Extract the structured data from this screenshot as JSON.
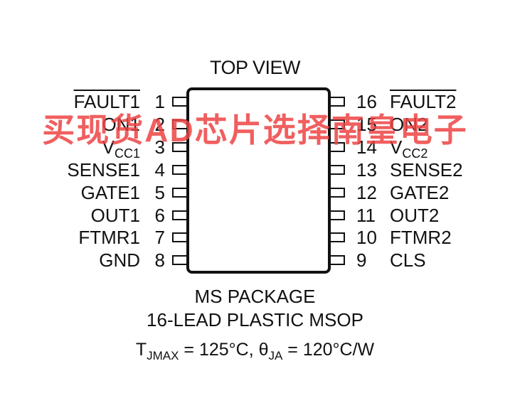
{
  "title": "TOP VIEW",
  "left_pins": [
    {
      "num": "1",
      "name": "FAULT1",
      "overline": true
    },
    {
      "num": "2",
      "name": "ON1"
    },
    {
      "num": "3",
      "name": "V",
      "sub": "CC1"
    },
    {
      "num": "4",
      "name": "SENSE1"
    },
    {
      "num": "5",
      "name": "GATE1"
    },
    {
      "num": "6",
      "name": "OUT1"
    },
    {
      "num": "7",
      "name": "FTMR1"
    },
    {
      "num": "8",
      "name": "GND"
    }
  ],
  "right_pins": [
    {
      "num": "16",
      "name": "FAULT2",
      "overline": true
    },
    {
      "num": "15",
      "name": "ON2"
    },
    {
      "num": "14",
      "name": "V",
      "sub": "CC2"
    },
    {
      "num": "13",
      "name": "SENSE2"
    },
    {
      "num": "12",
      "name": "GATE2"
    },
    {
      "num": "11",
      "name": "OUT2"
    },
    {
      "num": "10",
      "name": "FTMR2"
    },
    {
      "num": "9",
      "name": "CLS"
    }
  ],
  "package": {
    "line1": "MS PACKAGE",
    "line2": "16-LEAD PLASTIC MSOP"
  },
  "thermal": {
    "t": "T",
    "t_sub": "JMAX",
    "t_val": " = 125°C, ",
    "theta": "θ",
    "theta_sub": "JA",
    "theta_val": " = 120°C/W"
  },
  "watermark": "买现货AD芯片选择南皇电子"
}
